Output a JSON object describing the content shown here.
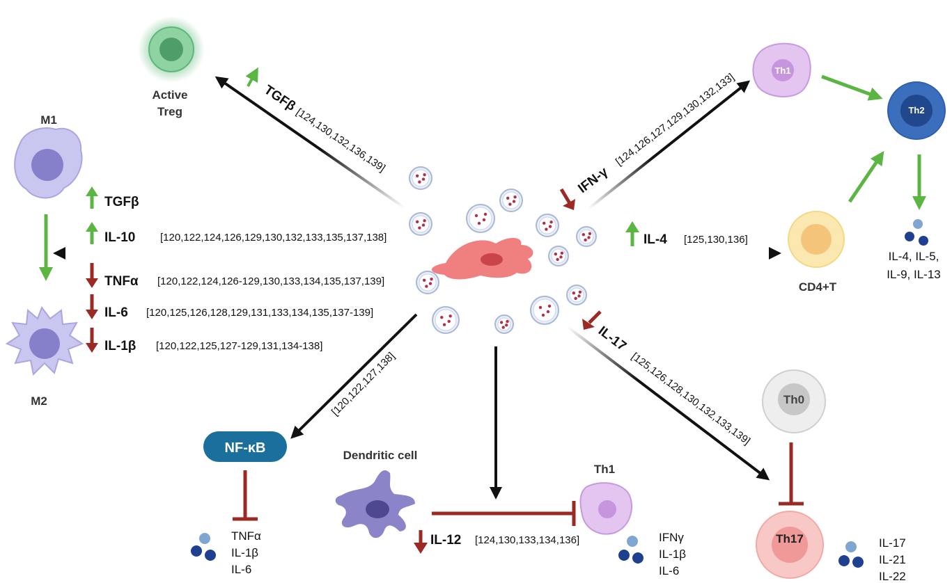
{
  "cells": {
    "treg": "Active\nTreg",
    "m1": "M1",
    "m2": "M2",
    "th1_top": "Th1",
    "th2": "Th2",
    "cd4": "CD4+T",
    "dendritic": "Dendritic cell",
    "th1_bottom": "Th1",
    "th0": "Th0",
    "th17": "Th17",
    "nfkb": "NF-κB"
  },
  "pathways": {
    "tgfb_treg": {
      "label": "TGFβ",
      "refs": "[124,130,132,136,139]",
      "direction": "up"
    },
    "ifng": {
      "label": "IFN-γ",
      "refs": "[124,126,127,129,130,132,133]",
      "direction": "down"
    },
    "il4": {
      "label": "IL-4",
      "refs": "[125,130,136]",
      "direction": "up"
    },
    "il17": {
      "label": "IL-17",
      "refs": "[125,126,128,130,132,133,139]",
      "direction": "down"
    },
    "nfkb_refs": "[120,122,127,138]",
    "il12": {
      "label": "IL-12",
      "refs": "[124,130,133,134,136]",
      "direction": "down"
    }
  },
  "macrophage_list": [
    {
      "label": "TGFβ",
      "refs": "",
      "direction": "up"
    },
    {
      "label": "IL-10",
      "refs": "[120,122,124,126,129,130,132,133,135,137,138]",
      "direction": "up"
    },
    {
      "label": "TNFα",
      "refs": "[120,122,124,126-129,130,133,134,135,137,139]",
      "direction": "down"
    },
    {
      "label": "IL-6",
      "refs": "[120,125,126,128,129,131,133,134,135,137-139]",
      "direction": "down"
    },
    {
      "label": "IL-1β",
      "refs": "[120,122,125,127-129,131,134-138]",
      "direction": "down"
    }
  ],
  "cytokine_groups": {
    "th2_out": [
      "IL-4, IL-5,",
      "IL-9, IL-13"
    ],
    "nfkb_out": [
      "TNFα",
      "IL-1β",
      "IL-6"
    ],
    "th1_out": [
      "IFNγ",
      "IL-1β",
      "IL-6"
    ],
    "th17_out": [
      "IL-17",
      "IL-21",
      "IL-22"
    ]
  },
  "colors": {
    "up_arrow": "#5ab543",
    "down_arrow": "#9b2a25",
    "main_arrow": "#111111",
    "treg": "#5cb878",
    "macrophage": "#a9a6e0",
    "th1": "#d9b3ea",
    "th2": "#2f5fae",
    "cd4": "#f4d882",
    "th0": "#cfcfcf",
    "th17": "#f2a9a6",
    "nfkb": "#1b6f9c",
    "msc": "#f07f80",
    "dendritic": "#8b84c8"
  }
}
